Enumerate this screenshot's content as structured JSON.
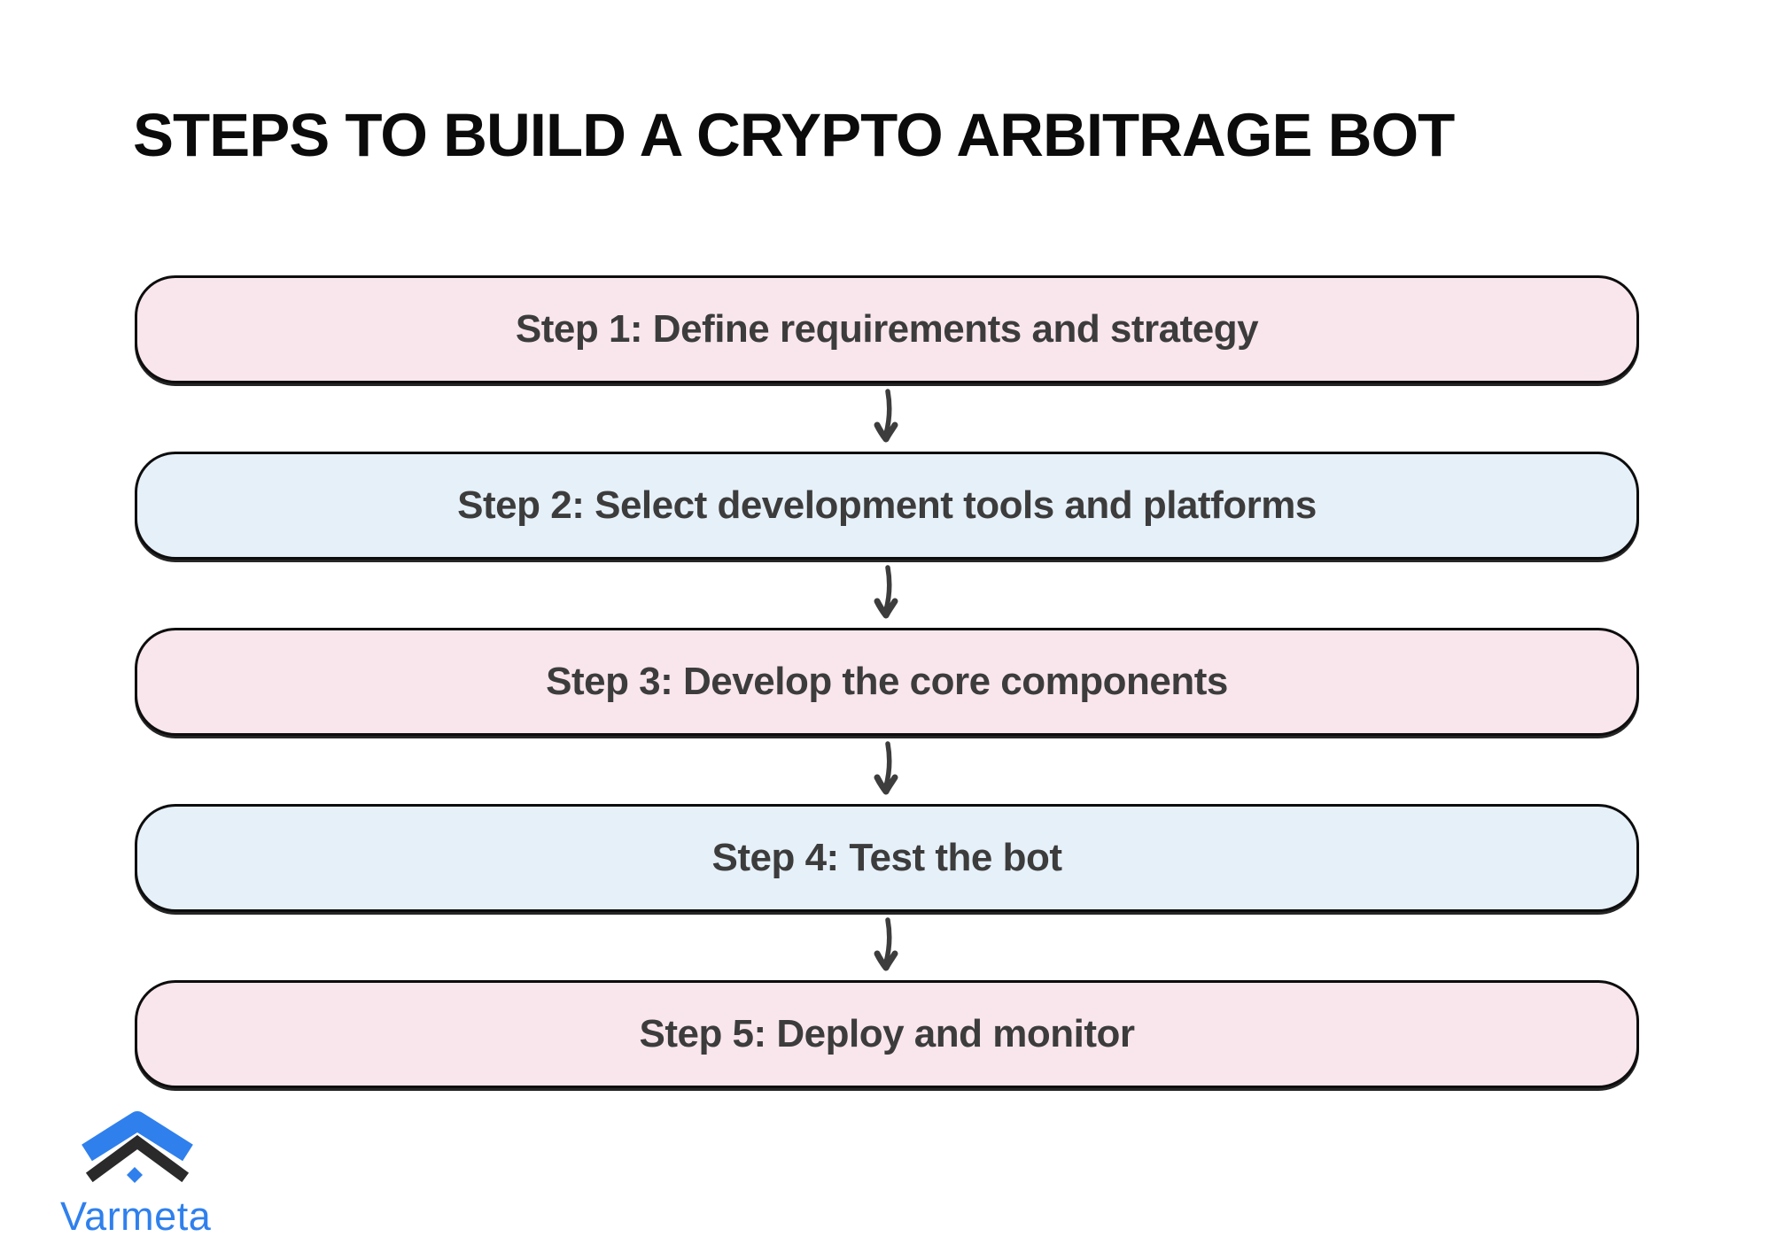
{
  "title": "STEPS TO BUILD A CRYPTO ARBITRAGE BOT",
  "steps": [
    {
      "label": "Step 1: Define requirements and strategy",
      "fill": "pink"
    },
    {
      "label": "Step 2: Select development tools and platforms",
      "fill": "blue"
    },
    {
      "label": "Step 3: Develop the core components",
      "fill": "pink"
    },
    {
      "label": "Step 4: Test the bot",
      "fill": "blue"
    },
    {
      "label": "Step 5: Deploy and monitor",
      "fill": "pink"
    }
  ],
  "colors": {
    "step_pink": "#f9e6ec",
    "step_blue": "#e6f0f8",
    "box_border": "#0d0d0d",
    "step_text": "#3c3c3c",
    "arrow": "#3d3d3d",
    "title_text": "#0b0b0b",
    "brand_blue": "#2f80ed",
    "brand_dark": "#2b2a2a"
  },
  "logo": {
    "text": "Varmeta"
  }
}
